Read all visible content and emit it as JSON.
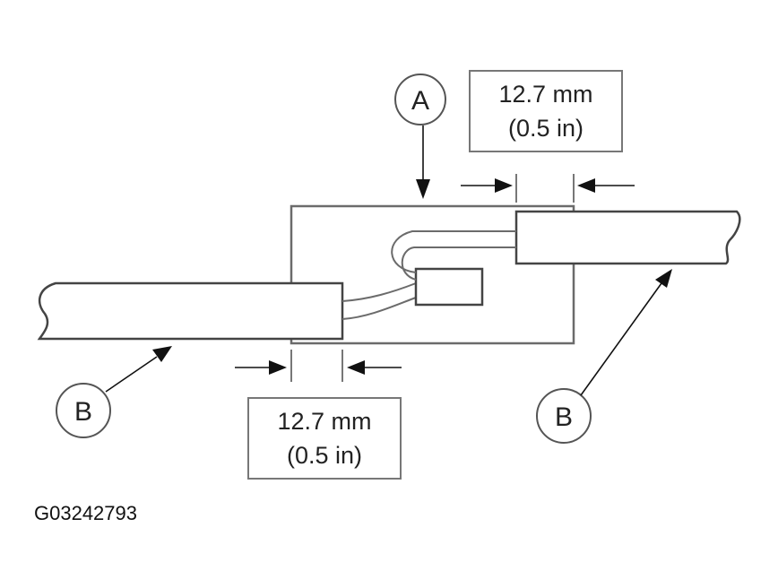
{
  "callouts": {
    "a": "A",
    "b_left": "B",
    "b_right": "B"
  },
  "dimension_top": {
    "line1": "12.7 mm",
    "line2": "(0.5 in)"
  },
  "dimension_bottom": {
    "line1": "12.7 mm",
    "line2": "(0.5 in)"
  },
  "figure_id": "G03242793"
}
